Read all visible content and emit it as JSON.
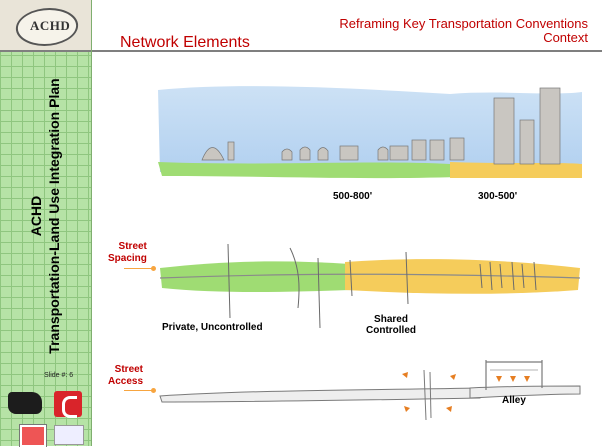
{
  "sidebar": {
    "logo_text": "ACHD",
    "vertical_title_line1": "ACHD",
    "vertical_title_line2": "Transportation-Land Use Integration Plan",
    "slide_number": "Slide #: 6"
  },
  "header": {
    "title": "Network Elements",
    "subtitle_line1": "Reframing Key Transportation Conventions",
    "subtitle_line2": "Context"
  },
  "skyline": {
    "label_a": "500-800'",
    "label_b": "300-500'"
  },
  "spacing": {
    "side_label_line1": "Street",
    "side_label_line2": "Spacing",
    "label_private": "Private,  Uncontrolled",
    "label_shared_line1": "Shared",
    "label_shared_line2": "Controlled"
  },
  "access": {
    "side_label_line1": "Street",
    "side_label_line2": "Access",
    "label_alley": "Alley"
  },
  "colors": {
    "accent_red": "#c00000",
    "callout_orange": "#f7a540",
    "sky_blue": "#bcd9f0",
    "grass_green": "#9fdc73",
    "yellow": "#f5cc5b"
  }
}
